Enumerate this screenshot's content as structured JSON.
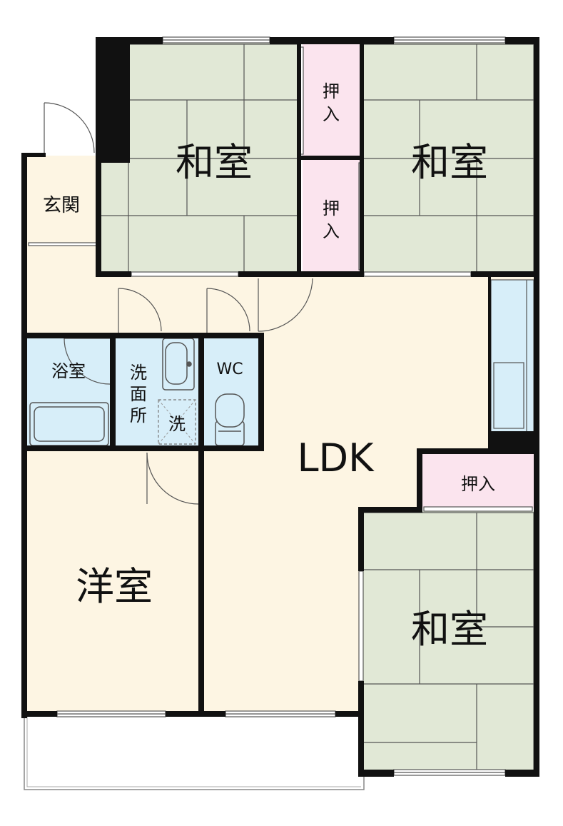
{
  "rooms": {
    "washitsu_top_left": "和室",
    "washitsu_top_right": "和室",
    "washitsu_bottom_right": "和室",
    "yoshitsu": "洋室",
    "ldk": "LDK",
    "genkan": "玄関",
    "bathroom": "浴室",
    "wc": "WC",
    "washroom_1": "洗",
    "washroom_2": "面",
    "washroom_3": "所",
    "washer": "洗",
    "closet_upper_1": "押",
    "closet_upper_2": "入",
    "closet_lower_1": "押",
    "closet_lower_2": "入",
    "closet_right": "押入"
  },
  "colors": {
    "wall": "#111111",
    "floor": "#fdf5e3",
    "tatami": "#e1e8d6",
    "tatami_line": "#555555",
    "closet": "#fbe4ee",
    "wet_area": "#d7eef9",
    "fixture": "#6a8a9c"
  }
}
